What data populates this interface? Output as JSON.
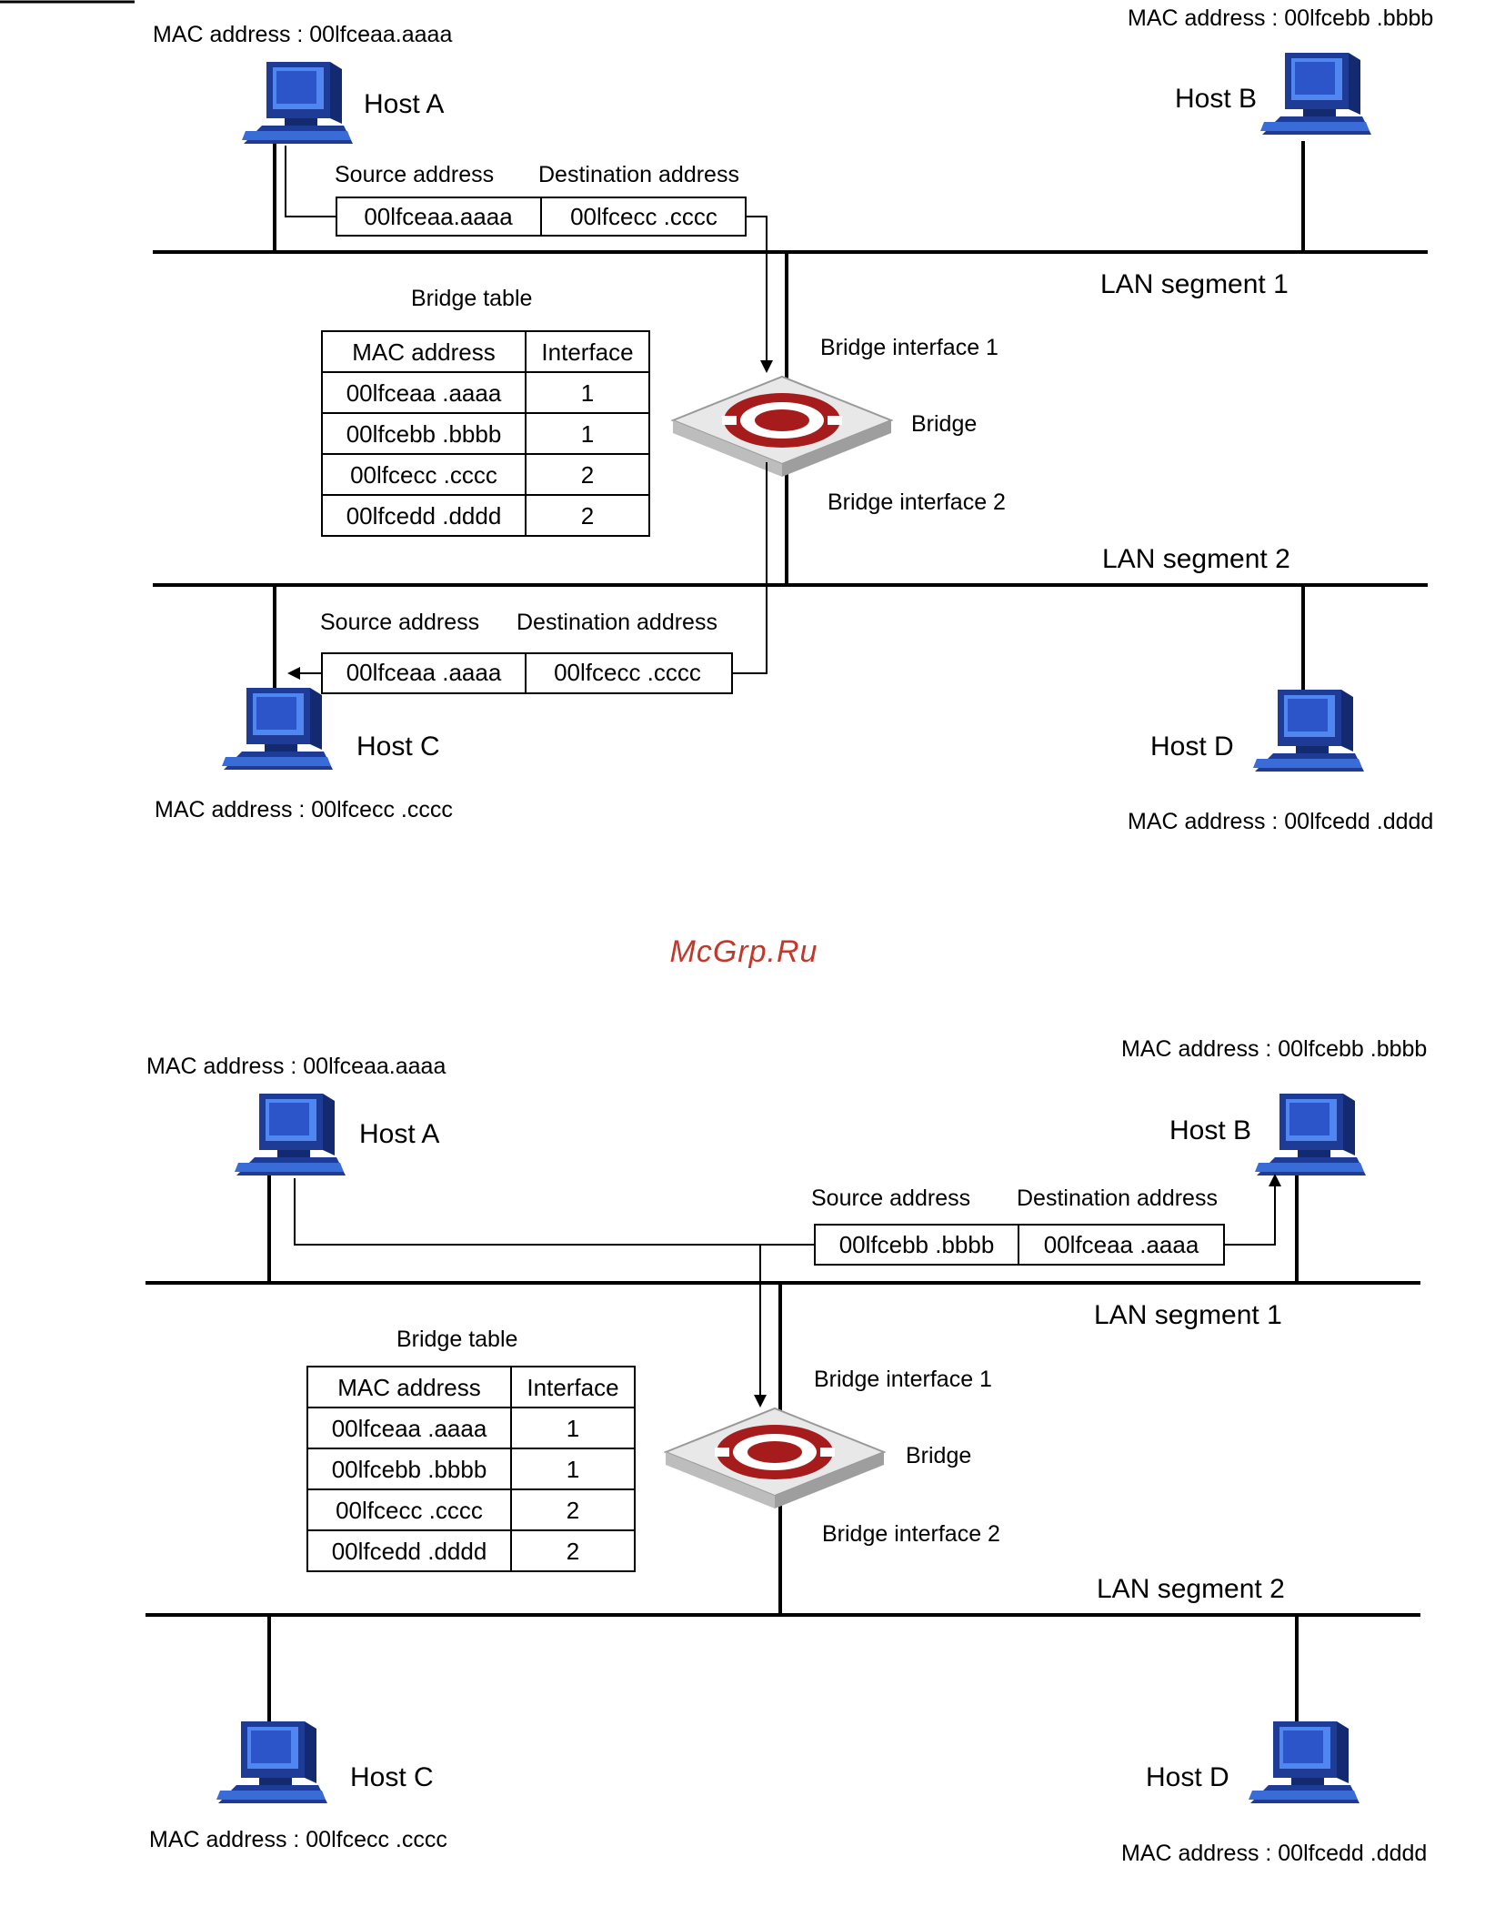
{
  "watermark": "McGrp.Ru",
  "colors": {
    "accent": "#c0392b",
    "pc_blue": "#2b55c8",
    "bridge_red": "#a61c1c"
  },
  "diagrams": [
    {
      "host_a": {
        "label": "Host A",
        "mac_text": "MAC address : 00lfceaa.aaaa"
      },
      "host_b": {
        "label": "Host B",
        "mac_text": "MAC address : 00lfcebb .bbbb"
      },
      "host_c": {
        "label": "Host C",
        "mac_text": "MAC address : 00lfcecc .cccc"
      },
      "host_d": {
        "label": "Host D",
        "mac_text": "MAC address : 00lfcedd .dddd"
      },
      "segment1": "LAN segment 1",
      "segment2": "LAN segment 2",
      "bridge": "Bridge",
      "bridge_if1": "Bridge interface 1",
      "bridge_if2": "Bridge interface 2",
      "table_title": "Bridge table",
      "table_headers": [
        "MAC address",
        "Interface"
      ],
      "table_rows": [
        [
          "00lfceaa .aaaa",
          "1"
        ],
        [
          "00lfcebb .bbbb",
          "1"
        ],
        [
          "00lfcecc .cccc",
          "2"
        ],
        [
          "00lfcedd .dddd",
          "2"
        ]
      ],
      "frame_top": {
        "src_label": "Source address",
        "dst_label": "Destination address",
        "src": "00lfceaa.aaaa",
        "dst": "00lfcecc .cccc"
      },
      "frame_bottom": {
        "src_label": "Source address",
        "dst_label": "Destination address",
        "src": "00lfceaa .aaaa",
        "dst": "00lfcecc .cccc"
      }
    },
    {
      "host_a": {
        "label": "Host A",
        "mac_text": "MAC address : 00lfceaa.aaaa"
      },
      "host_b": {
        "label": "Host B",
        "mac_text": "MAC address : 00lfcebb .bbbb"
      },
      "host_c": {
        "label": "Host C",
        "mac_text": "MAC address : 00lfcecc .cccc"
      },
      "host_d": {
        "label": "Host D",
        "mac_text": "MAC address : 00lfcedd .dddd"
      },
      "segment1": "LAN segment 1",
      "segment2": "LAN segment 2",
      "bridge": "Bridge",
      "bridge_if1": "Bridge interface 1",
      "bridge_if2": "Bridge interface 2",
      "table_title": "Bridge table",
      "table_headers": [
        "MAC address",
        "Interface"
      ],
      "table_rows": [
        [
          "00lfceaa .aaaa",
          "1"
        ],
        [
          "00lfcebb .bbbb",
          "1"
        ],
        [
          "00lfcecc .cccc",
          "2"
        ],
        [
          "00lfcedd .dddd",
          "2"
        ]
      ],
      "frame": {
        "src_label": "Source address",
        "dst_label": "Destination address",
        "src": "00lfcebb .bbbb",
        "dst": "00lfceaa .aaaa"
      }
    }
  ]
}
